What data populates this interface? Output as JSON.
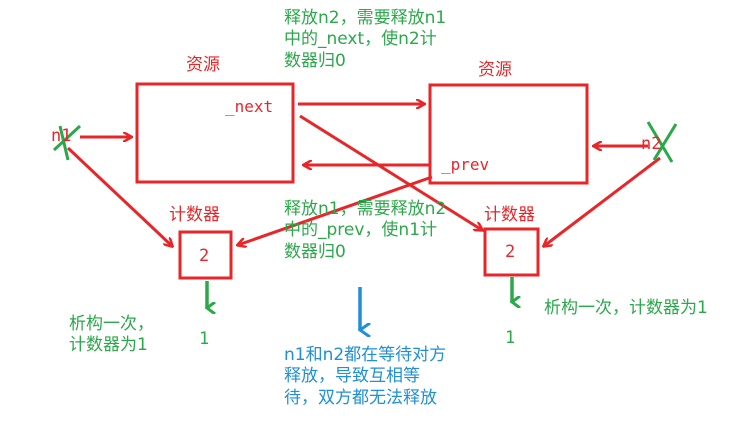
{
  "nodes": {
    "left": {
      "title": "资源",
      "field": "_next",
      "ref_name": "n1"
    },
    "right": {
      "title": "资源",
      "field": "_prev",
      "ref_name": "n2"
    }
  },
  "counters": {
    "left": {
      "title": "计数器",
      "value": "2",
      "after_value": "1"
    },
    "right": {
      "title": "计数器",
      "value": "2",
      "after_value": "1"
    }
  },
  "notes": {
    "top": [
      "释放n2，需要释放n1",
      "中的_next，使n2计",
      "数器归0"
    ],
    "middle": [
      "释放n1，需要释放n2",
      "中的_prev，使n1计",
      "数器归0"
    ],
    "left_destruct": [
      "析构一次，",
      "计数器为1"
    ],
    "right_destruct": "析构一次，计数器为1",
    "conclusion": [
      "n1和n2都在等待对方",
      "释放，导致互相等",
      "待，双方都无法释放"
    ]
  },
  "colors": {
    "red": "#e8262a",
    "green": "#2aa84a",
    "blue": "#1f8fd6"
  }
}
